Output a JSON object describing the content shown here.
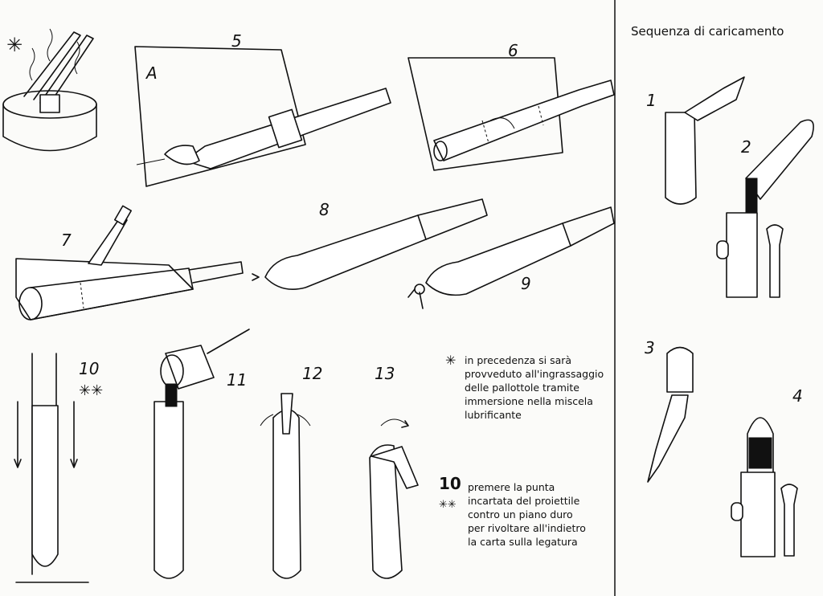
{
  "sidebar": {
    "title": "Sequenza di caricamento",
    "steps": [
      "1",
      "2",
      "3",
      "4"
    ]
  },
  "main_steps": [
    "5",
    "6",
    "7",
    "8",
    "9",
    "10",
    "11",
    "12",
    "13"
  ],
  "marks": {
    "label_a": "A",
    "asterisk": "✳",
    "double_asterisk": "✳✳"
  },
  "notes": {
    "note1_marker": "✳",
    "note1_lines": [
      "in precedenza si sarà",
      "provveduto all'ingrassaggio",
      "delle pallottole tramite",
      "immersione nella miscela",
      "lubrificante"
    ],
    "note2_number": "10",
    "note2_marker": "✳✳",
    "note2_lines": [
      "premere la punta",
      "incartata del proiettile",
      "contro un piano duro",
      "per rivoltare all'indietro",
      "la carta sulla legatura"
    ]
  }
}
